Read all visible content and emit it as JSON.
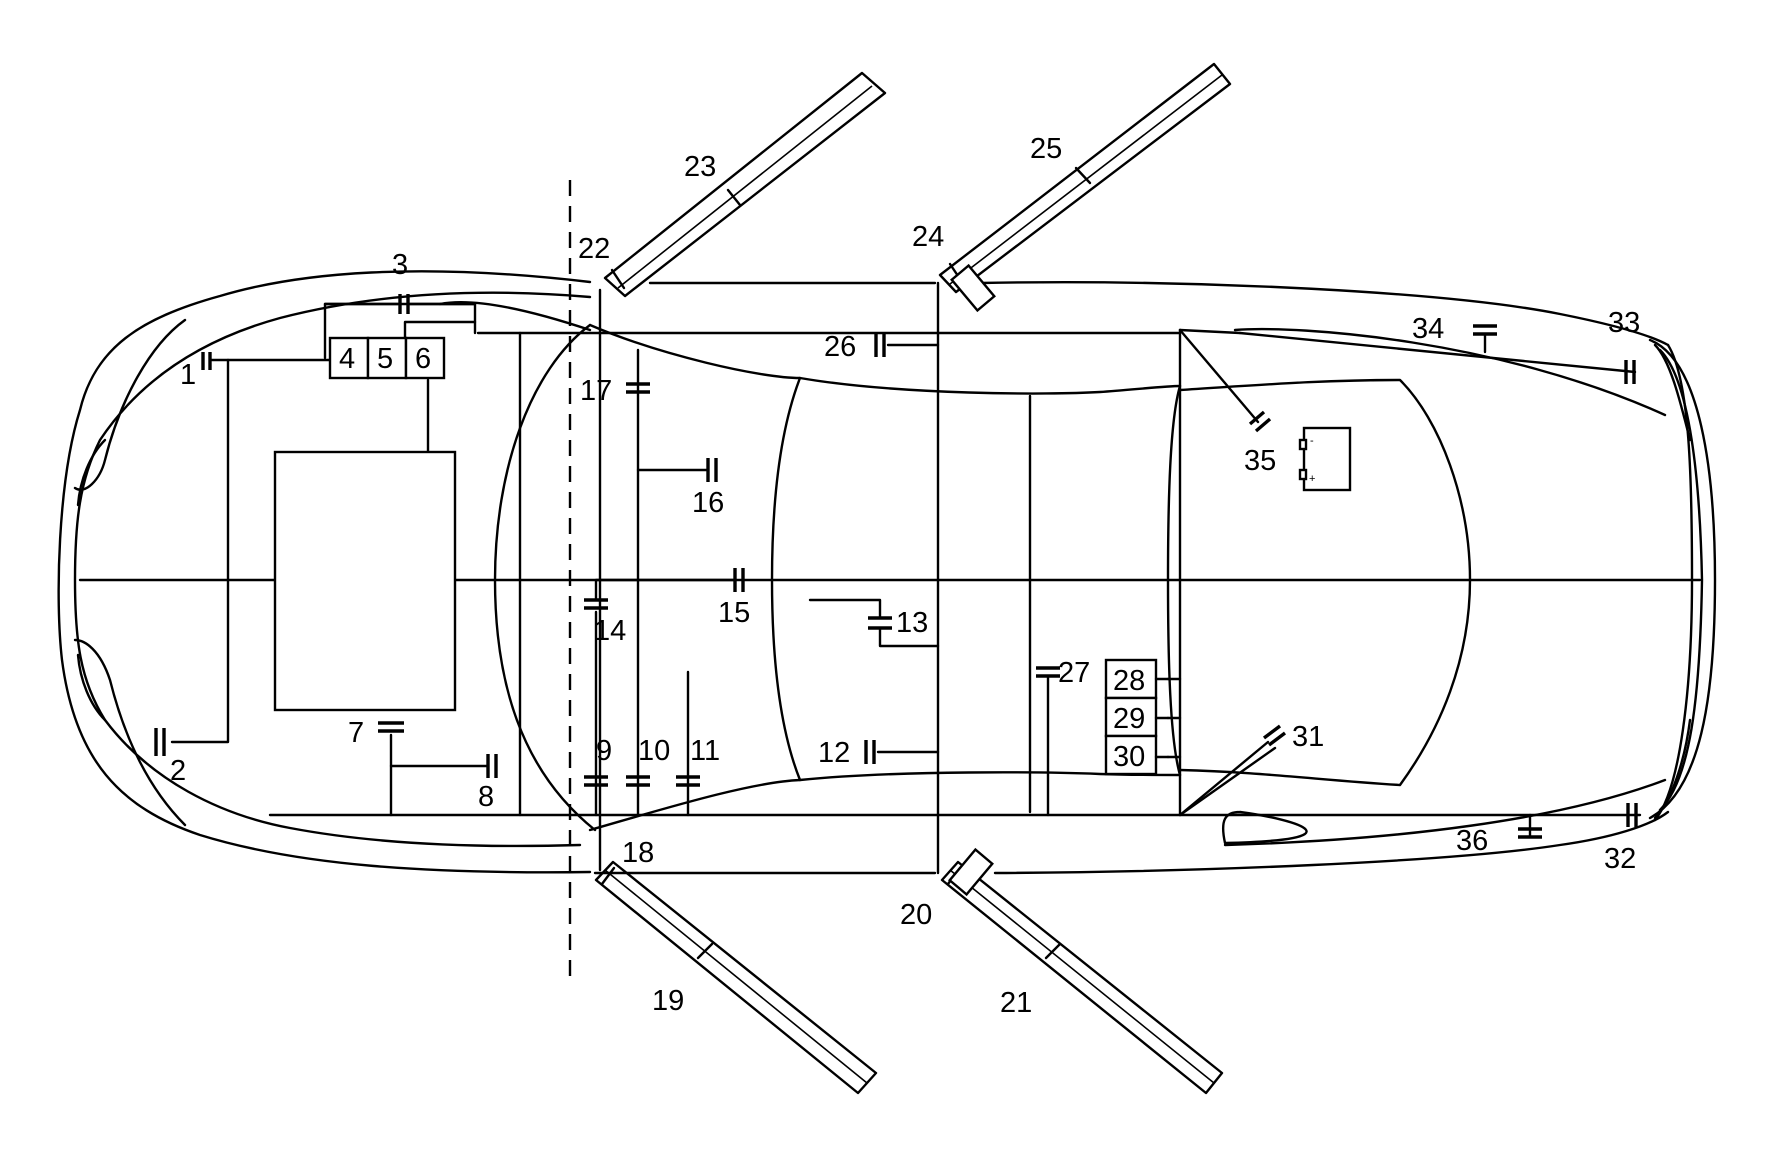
{
  "diagram": {
    "labels": {
      "c1": "1",
      "c2": "2",
      "c3": "3",
      "c4": "4",
      "c5": "5",
      "c6": "6",
      "c7": "7",
      "c8": "8",
      "c9": "9",
      "c10": "10",
      "c11": "11",
      "c12": "12",
      "c13": "13",
      "c14": "14",
      "c15": "15",
      "c16": "16",
      "c17": "17",
      "c18": "18",
      "c19": "19",
      "c20": "20",
      "c21": "21",
      "c22": "22",
      "c23": "23",
      "c24": "24",
      "c25": "25",
      "c26": "26",
      "c27": "27",
      "c28": "28",
      "c29": "29",
      "c30": "30",
      "c31": "31",
      "c32": "32",
      "c33": "33",
      "c34": "34",
      "c35": "35",
      "c36": "36"
    },
    "battery": {
      "neg_symbol": "-",
      "pos_symbol": "+"
    }
  }
}
